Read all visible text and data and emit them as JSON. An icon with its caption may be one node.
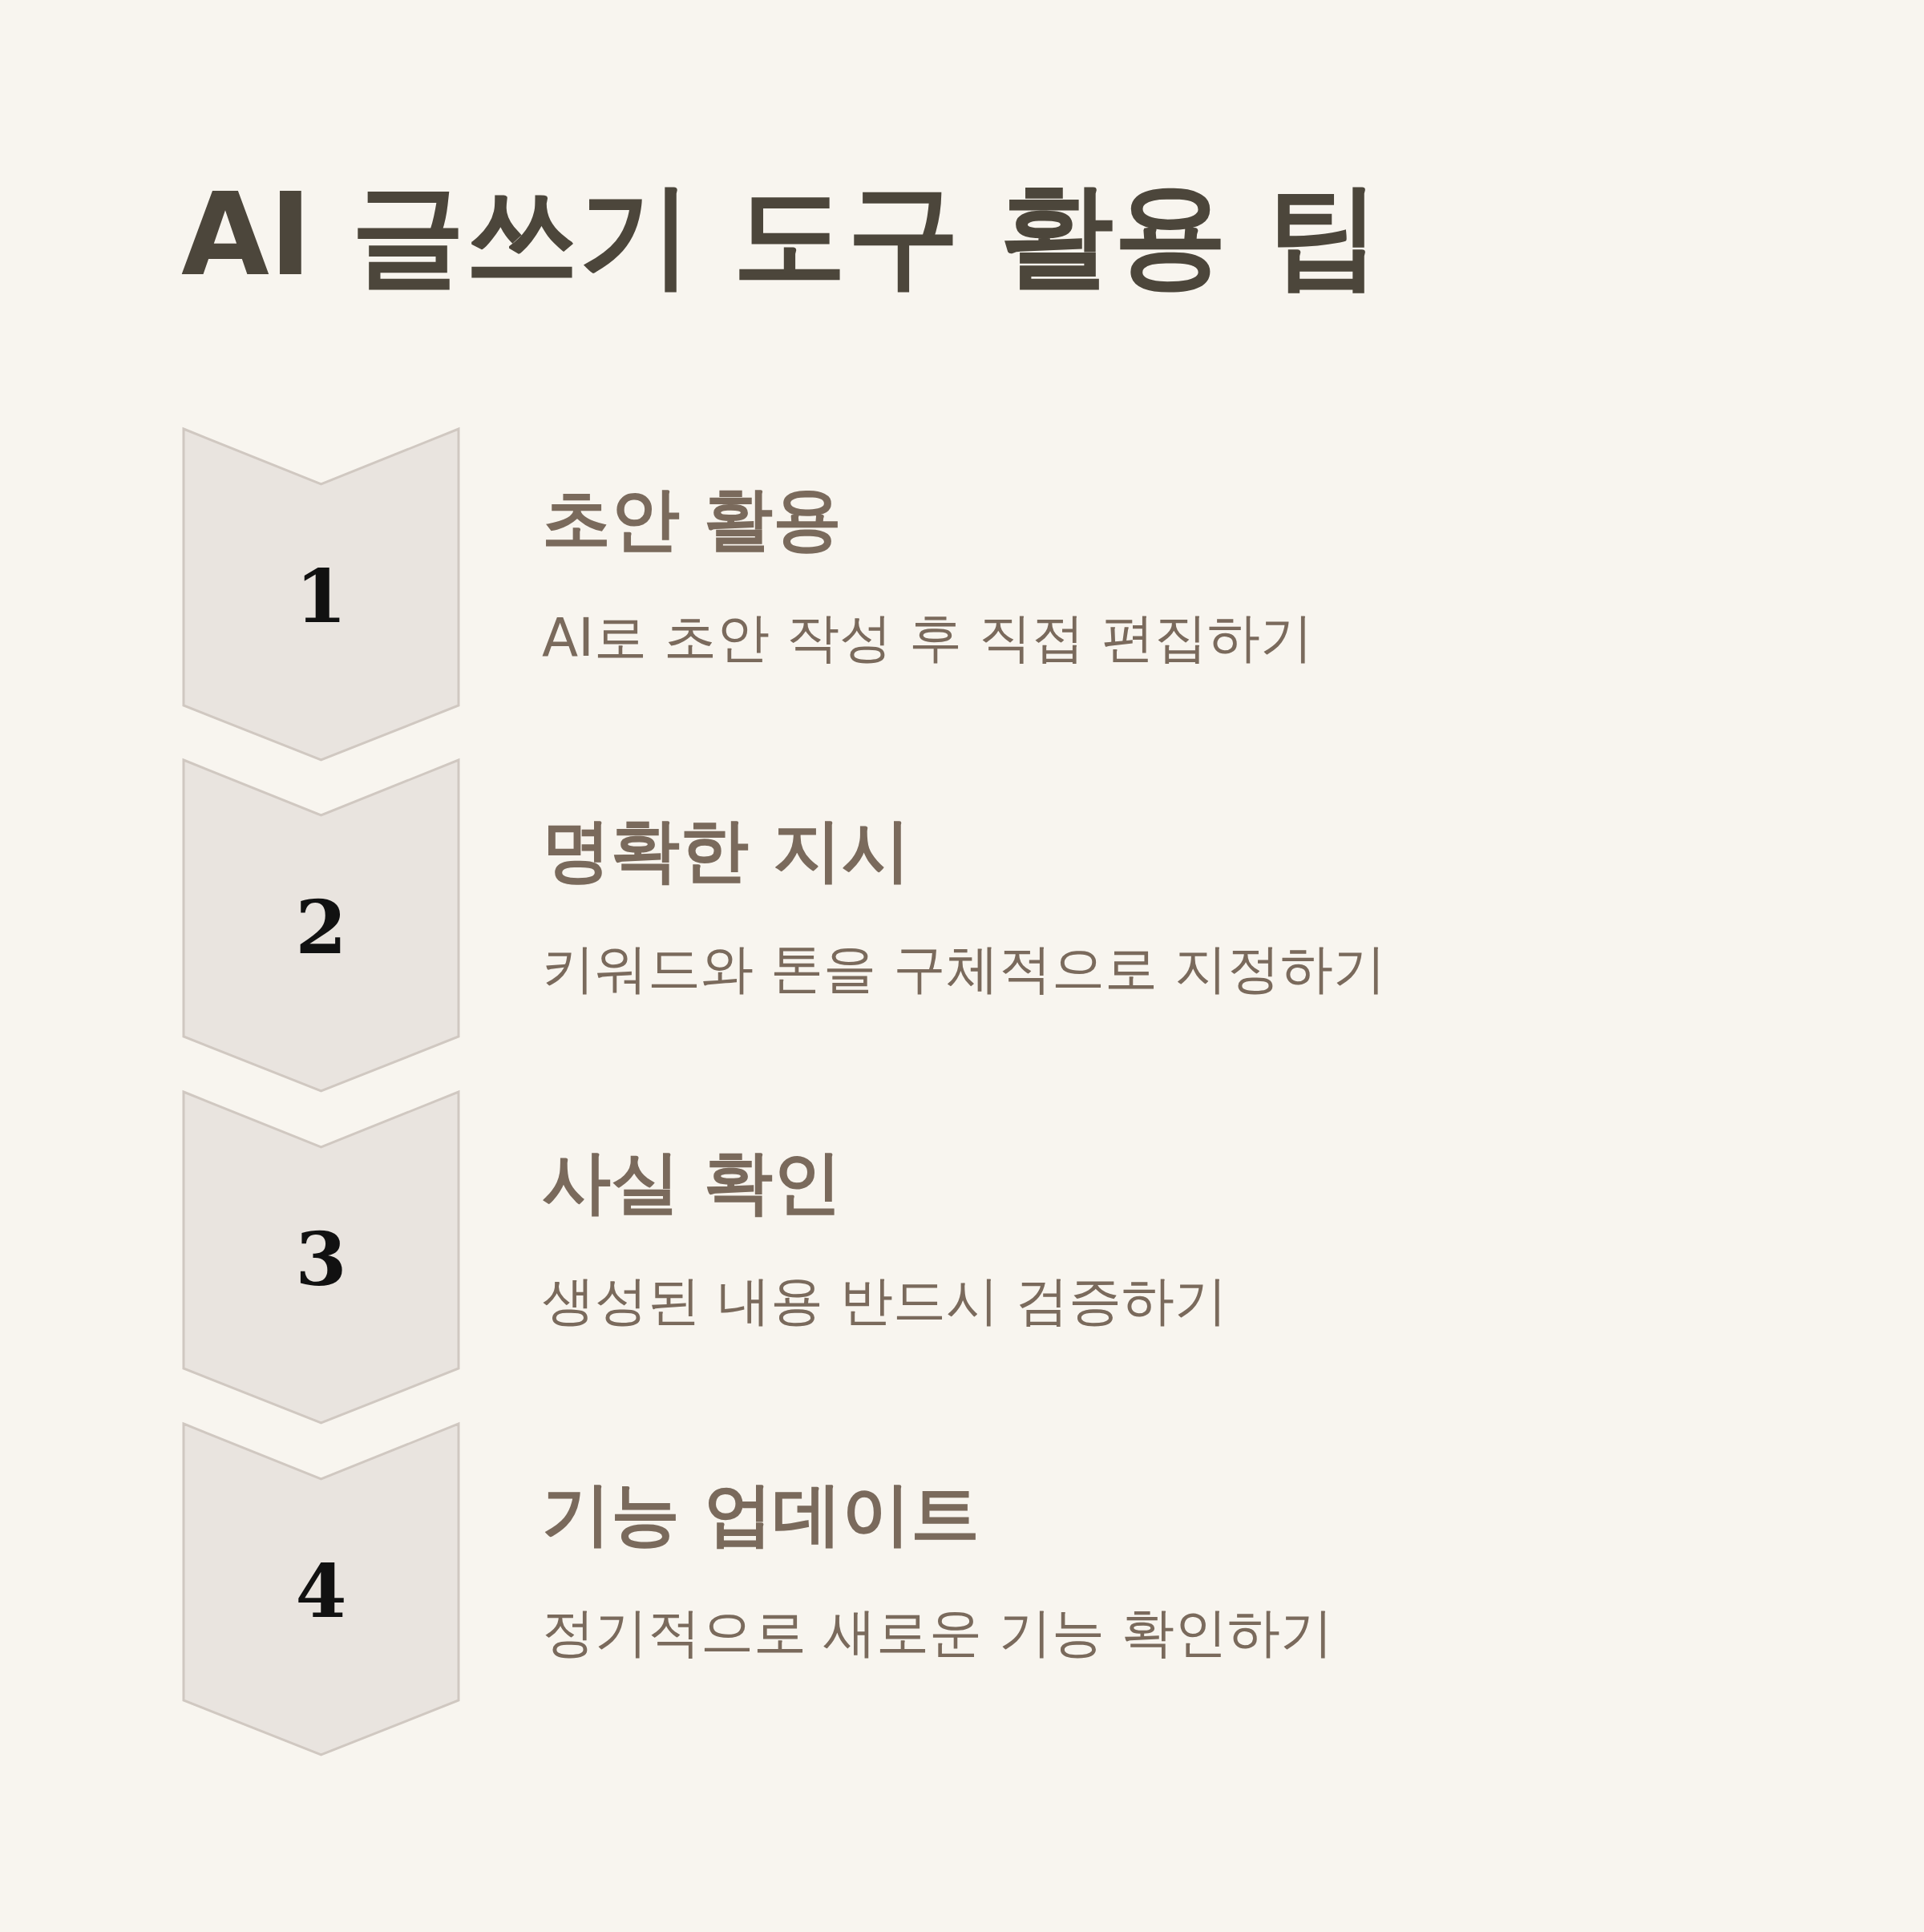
{
  "diagram": {
    "title": "AI 글쓰기 도구 활용 팁",
    "nodes": [
      {
        "text": [
          "1"
        ],
        "beside": [
          "초안 활용",
          "AI로 초안 작성 후 직접 편집하기"
        ]
      },
      {
        "text": [
          "2"
        ],
        "beside": [
          "명확한 지시",
          "키워드와 톤을 구체적으로 지정하기"
        ]
      },
      {
        "text": [
          "3"
        ],
        "beside": [
          "사실 확인",
          "생성된 내용 반드시 검증하기"
        ]
      },
      {
        "text": [
          "4"
        ],
        "beside": [
          "기능 업데이트",
          "정기적으로 새로운 기능 확인하기"
        ]
      }
    ],
    "edges": []
  }
}
